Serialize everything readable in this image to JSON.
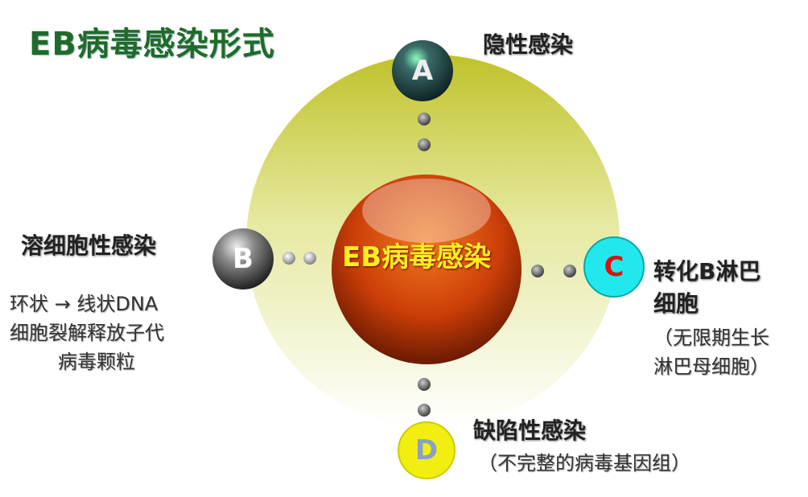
{
  "title": "EB病毒感染形式",
  "center": {
    "label": "EB病毒感染"
  },
  "nodes": [
    {
      "letter": "A",
      "heading": "隐性感染",
      "color": "#2f5a5a"
    },
    {
      "letter": "B",
      "heading": "溶细胞性感染",
      "lines": [
        "环状 → 线状DNA",
        "细胞裂解释放子代",
        "病毒颗粒"
      ],
      "color": "#777777"
    },
    {
      "letter": "C",
      "heading_lines": [
        "转化B淋巴",
        "细胞"
      ],
      "lines": [
        "（无限期生长",
        "淋巴母细胞）"
      ],
      "color": "#22e8ee"
    },
    {
      "letter": "D",
      "heading": "缺陷性感染",
      "lines": [
        "（不完整的病毒基因组）"
      ],
      "color": "#f2ee10"
    }
  ],
  "colors": {
    "title": "#1f6b2a",
    "center": "#d4480a",
    "halo": "#c8c832"
  }
}
